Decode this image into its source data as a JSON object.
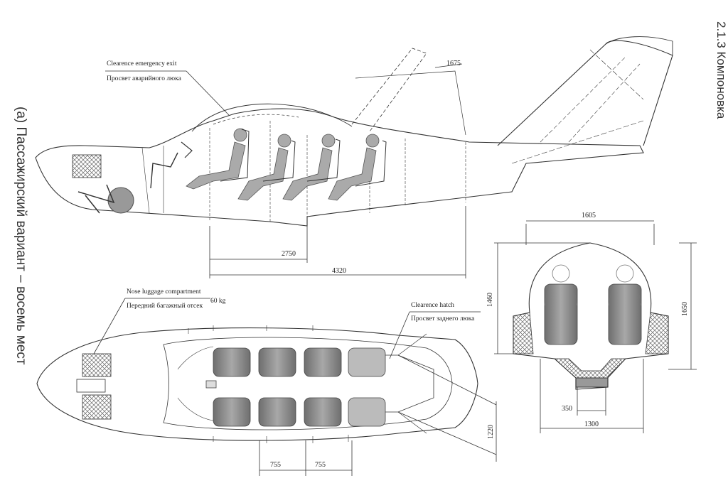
{
  "titles": {
    "section": "2.1.3 Компоновка",
    "variant": "(а) Пассажирский вариант – восемь мест"
  },
  "labels": {
    "emergency_exit_en": "Clearence emergency exit",
    "emergency_exit_ru": "Просвет аварийного люка",
    "nose_luggage_en": "Nose luggage compartment",
    "nose_luggage_weight": "60 kg",
    "nose_luggage_ru": "Передний багажный отсек",
    "rear_hatch_en": "Clearence hatch",
    "rear_hatch_ru": "Просвет заднего люка"
  },
  "dimensions": {
    "hatch_width": "1675",
    "cabin_length": "2750",
    "total_length": "4320",
    "cross_width": "1605",
    "cross_height_inner": "1460",
    "cross_height_outer": "1650",
    "floor_width": "350",
    "bottom_width": "1300",
    "seat_pitch_1": "755",
    "seat_pitch_2": "755",
    "plan_width": "1220"
  },
  "colors": {
    "line": "#333333",
    "seat_fill": "#8a8a8a",
    "hatch_fill": "#bdbdbd"
  }
}
